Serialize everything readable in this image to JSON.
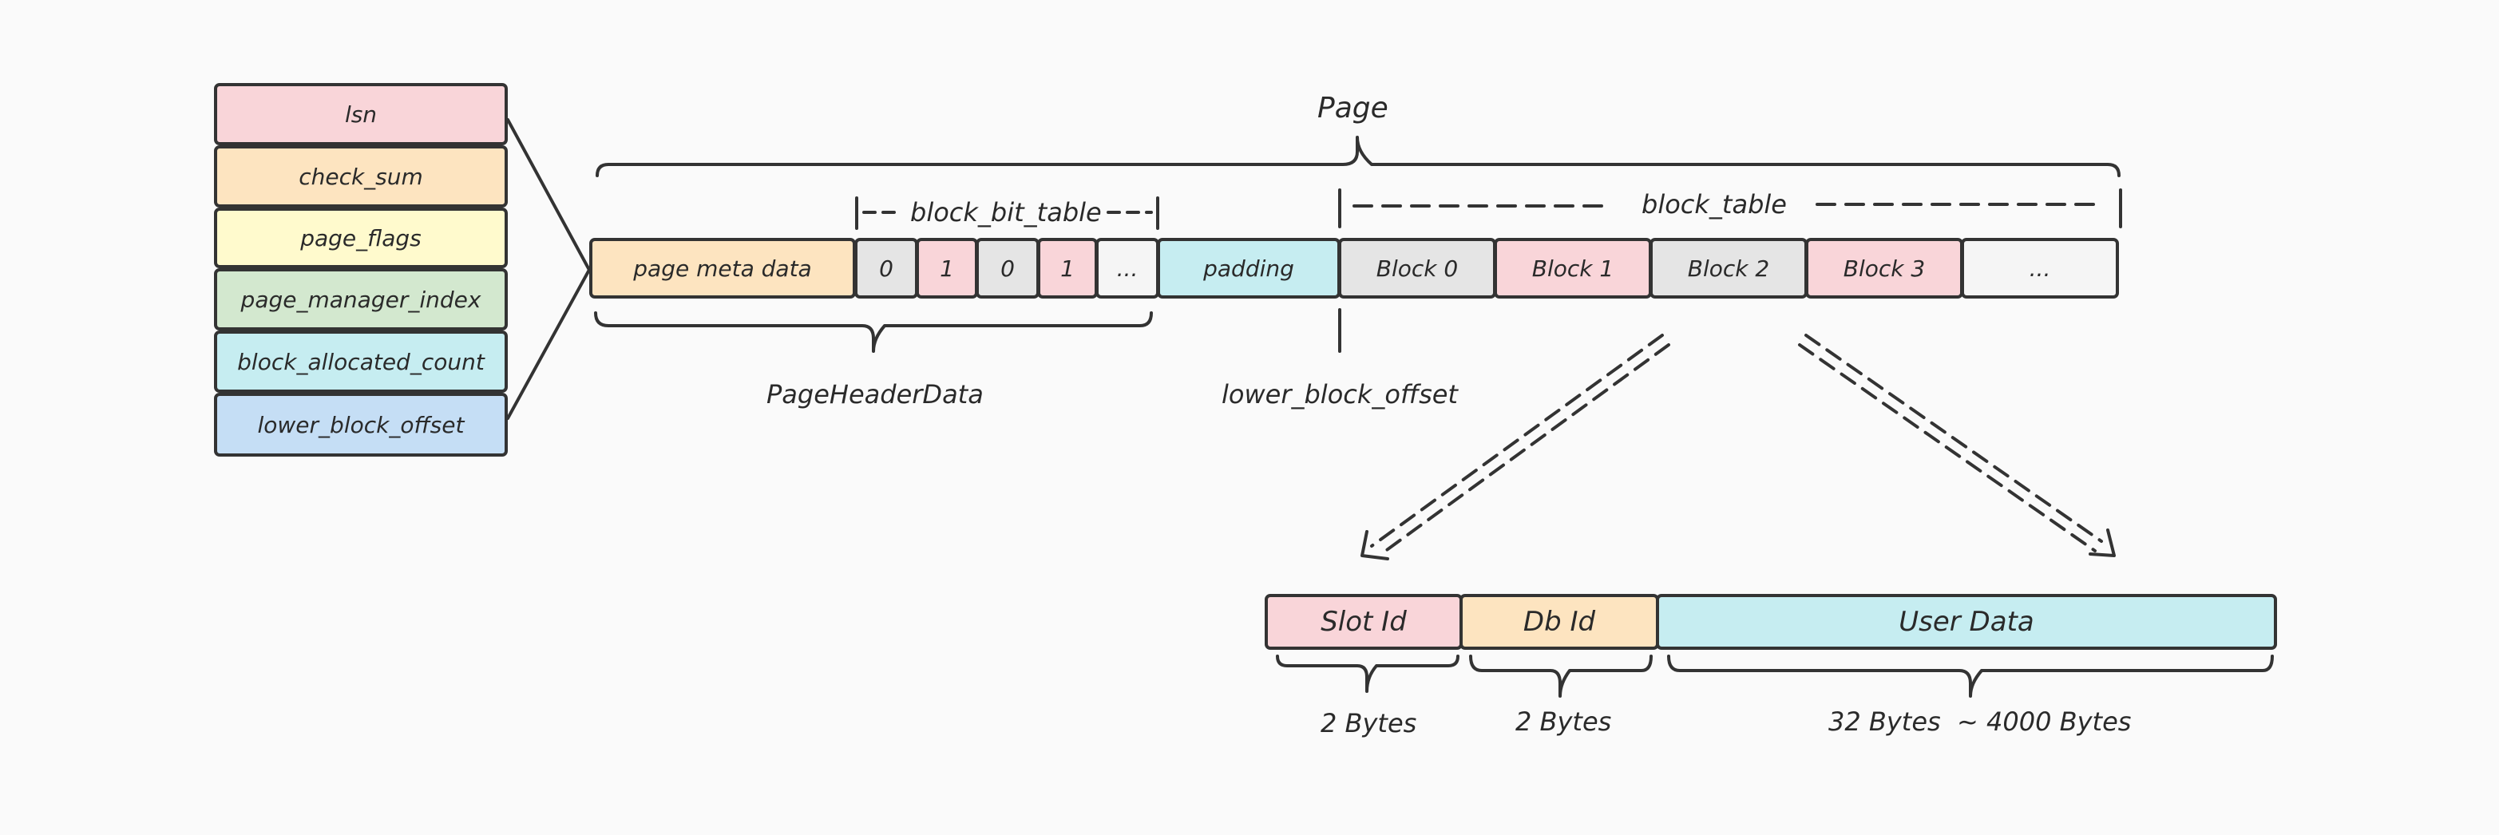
{
  "fields": [
    {
      "label": "lsn",
      "color": "#f9d5d9"
    },
    {
      "label": "check_sum",
      "color": "#fde4c0"
    },
    {
      "label": "page_flags",
      "color": "#fffacd"
    },
    {
      "label": "page_manager_index",
      "color": "#d3e8cf"
    },
    {
      "label": "block_allocated_count",
      "color": "#c6edf1"
    },
    {
      "label": "lower_block_offset",
      "color": "#c5def5"
    }
  ],
  "page": {
    "title": "Page",
    "meta_label": "page meta data",
    "bits": [
      "0",
      "1",
      "0",
      "1",
      "..."
    ],
    "padding_label": "padding",
    "blocks": [
      "Block 0",
      "Block 1",
      "Block 2",
      "Block 3",
      "..."
    ],
    "bit_table_label": "block_bit_table",
    "block_table_label": "block_table",
    "header_label": "PageHeaderData",
    "offset_label": "lower_block_offset"
  },
  "block_detail": {
    "slot": "Slot Id",
    "db": "Db Id",
    "user": "User Data",
    "slot_size": "2 Bytes",
    "db_size": "2 Bytes",
    "user_size": "32 Bytes  ~ 4000 Bytes"
  }
}
